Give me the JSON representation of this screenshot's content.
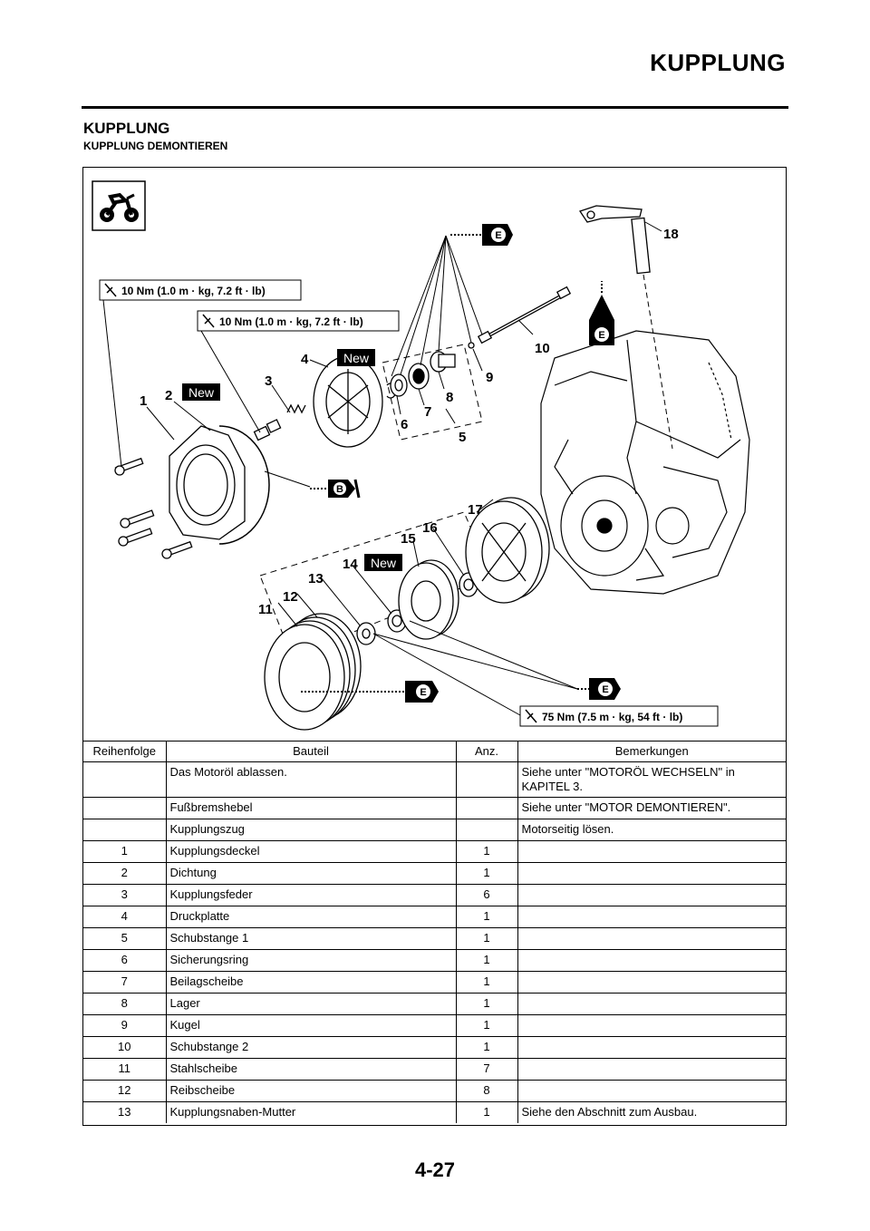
{
  "header": {
    "title": "KUPPLUNG"
  },
  "section": {
    "title": "KUPPLUNG",
    "subtitle": "KUPPLUNG DEMONTIEREN"
  },
  "diagram": {
    "torque_labels": [
      "10 Nm (1.0 m · kg, 7.2 ft · lb)",
      "10 Nm (1.0 m · kg, 7.2 ft · lb)",
      "75 Nm (7.5 m · kg, 54 ft · lb)"
    ],
    "new_label": "New",
    "lube_e": "E",
    "lube_b": "B",
    "callouts": [
      "1",
      "2",
      "3",
      "4",
      "5",
      "6",
      "7",
      "8",
      "9",
      "10",
      "11",
      "12",
      "13",
      "14",
      "15",
      "16",
      "17",
      "18"
    ]
  },
  "table": {
    "headers": [
      "Reihenfolge",
      "Bauteil",
      "Anz.",
      "Bemerkungen"
    ],
    "rows": [
      {
        "seq": "",
        "part": "Das Motoröl ablassen.",
        "qty": "",
        "remark": "Siehe unter \"MOTORÖL WECHSELN\" in KAPITEL 3."
      },
      {
        "seq": "",
        "part": "Fußbremshebel",
        "qty": "",
        "remark": "Siehe unter \"MOTOR DEMONTIEREN\"."
      },
      {
        "seq": "",
        "part": "Kupplungszug",
        "qty": "",
        "remark": "Motorseitig lösen."
      },
      {
        "seq": "1",
        "part": "Kupplungsdeckel",
        "qty": "1",
        "remark": ""
      },
      {
        "seq": "2",
        "part": "Dichtung",
        "qty": "1",
        "remark": ""
      },
      {
        "seq": "3",
        "part": "Kupplungsfeder",
        "qty": "6",
        "remark": ""
      },
      {
        "seq": "4",
        "part": "Druckplatte",
        "qty": "1",
        "remark": ""
      },
      {
        "seq": "5",
        "part": "Schubstange 1",
        "qty": "1",
        "remark": ""
      },
      {
        "seq": "6",
        "part": "Sicherungsring",
        "qty": "1",
        "remark": ""
      },
      {
        "seq": "7",
        "part": "Beilagscheibe",
        "qty": "1",
        "remark": ""
      },
      {
        "seq": "8",
        "part": "Lager",
        "qty": "1",
        "remark": ""
      },
      {
        "seq": "9",
        "part": "Kugel",
        "qty": "1",
        "remark": ""
      },
      {
        "seq": "10",
        "part": "Schubstange 2",
        "qty": "1",
        "remark": ""
      },
      {
        "seq": "11",
        "part": "Stahlscheibe",
        "qty": "7",
        "remark": ""
      },
      {
        "seq": "12",
        "part": "Reibscheibe",
        "qty": "8",
        "remark": ""
      },
      {
        "seq": "13",
        "part": "Kupplungsnaben-Mutter",
        "qty": "1",
        "remark": "Siehe den Abschnitt zum Ausbau."
      }
    ]
  },
  "footer": {
    "page_number": "4-27"
  }
}
